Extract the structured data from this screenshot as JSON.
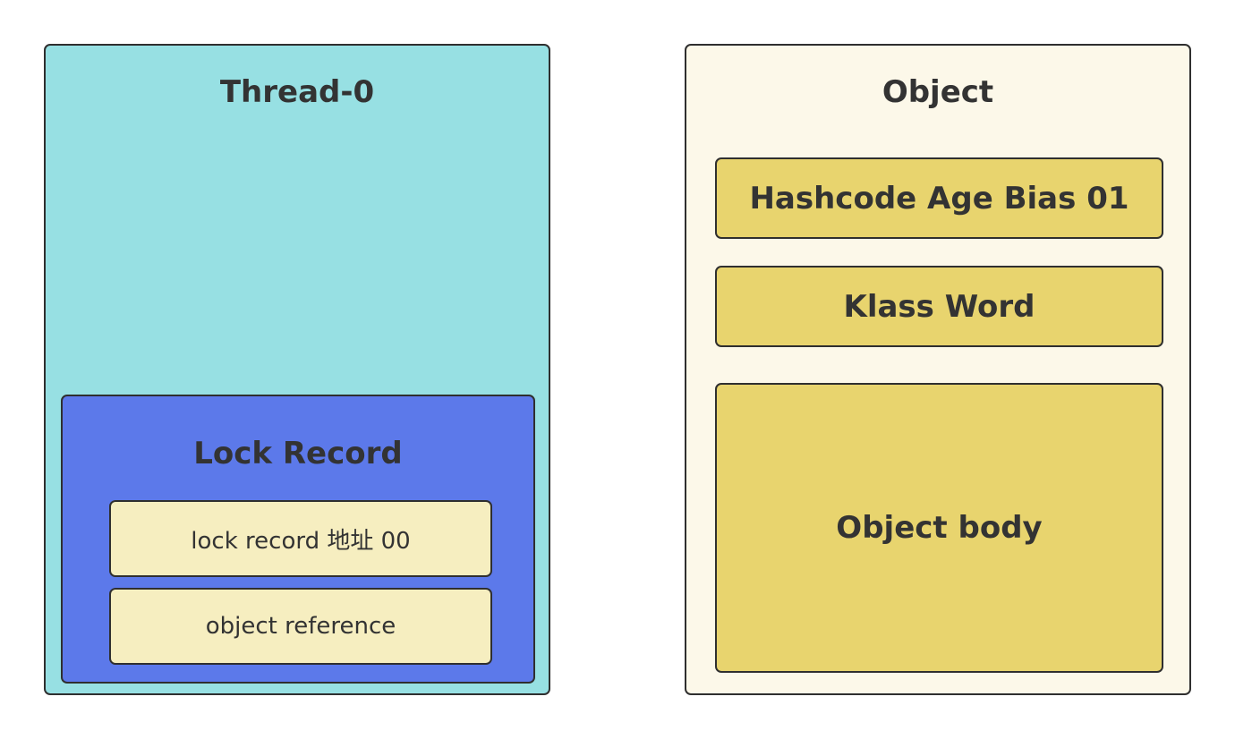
{
  "thread": {
    "title": "Thread-0",
    "lock_record": {
      "title": "Lock Record",
      "address_label": "lock record 地址 00",
      "object_reference_label": "object reference"
    }
  },
  "object": {
    "title": "Object",
    "mark_word": "Hashcode Age Bias 01",
    "klass_word": "Klass Word",
    "body": "Object body"
  },
  "colors": {
    "thread_panel": "#97e0e3",
    "lock_record": "#5c79ea",
    "lock_record_item": "#f6eec0",
    "object_panel": "#fcf8e9",
    "object_item": "#e8d46e",
    "border": "#2f2f2f",
    "text": "#333333"
  }
}
